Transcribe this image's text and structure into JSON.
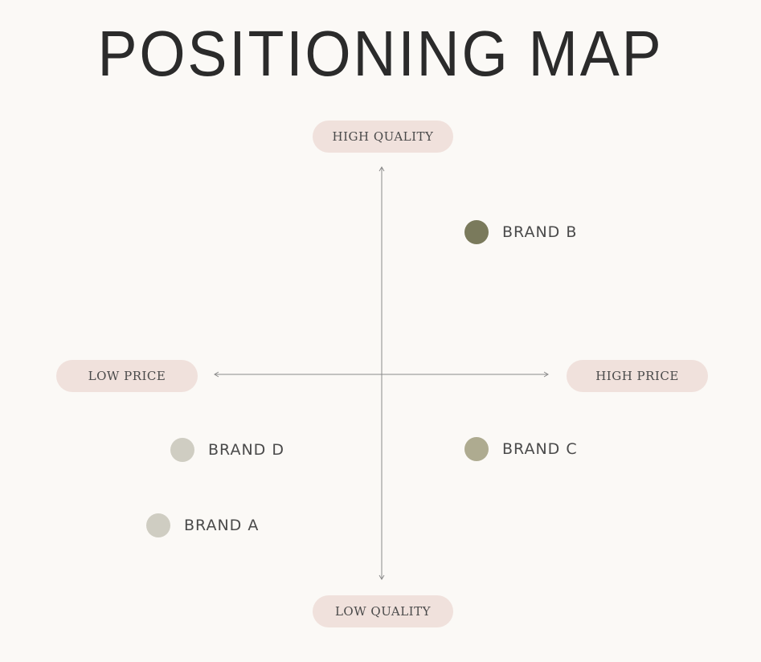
{
  "title": "POSITIONING MAP",
  "axis_labels": {
    "top": "HIGH QUALITY",
    "bottom": "LOW QUALITY",
    "left": "LOW PRICE",
    "right": "HIGH PRICE"
  },
  "colors": {
    "background": "#fbf9f6",
    "pill": "#f0e1dc",
    "axis_line": "#8a8a8a"
  },
  "brands": [
    {
      "name": "BRAND B",
      "color": "#7a7a5c"
    },
    {
      "name": "BRAND D",
      "color": "#cfcdc2"
    },
    {
      "name": "BRAND C",
      "color": "#aeab90"
    },
    {
      "name": "BRAND A",
      "color": "#cfcdc2"
    }
  ]
}
